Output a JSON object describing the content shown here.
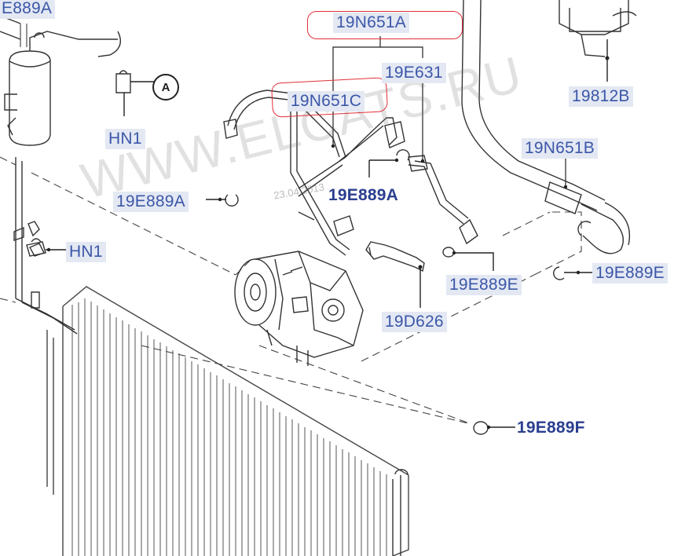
{
  "labels": {
    "e889a_top": "E889A",
    "n651a": "19N651A",
    "e631": "19E631",
    "r812b": "19812B",
    "n651c": "19N651C",
    "hn1_top": "HN1",
    "n651b": "19N651B",
    "e889a_left": "19E889A",
    "e889a_mid": "19E889A",
    "hn1_mid": "HN1",
    "e889e_mid": "19E889E",
    "e889e_right": "19E889E",
    "d626": "19D626",
    "e889f": "19E889F"
  },
  "callout": {
    "letter": "A"
  },
  "watermark": {
    "text": "WWW.ELCATS.RU",
    "date_stamp": "23.04.2013"
  },
  "colors": {
    "label_text": "#3c57a8",
    "label_bg": "#e3e8f3",
    "highlight": "#e0303a"
  }
}
